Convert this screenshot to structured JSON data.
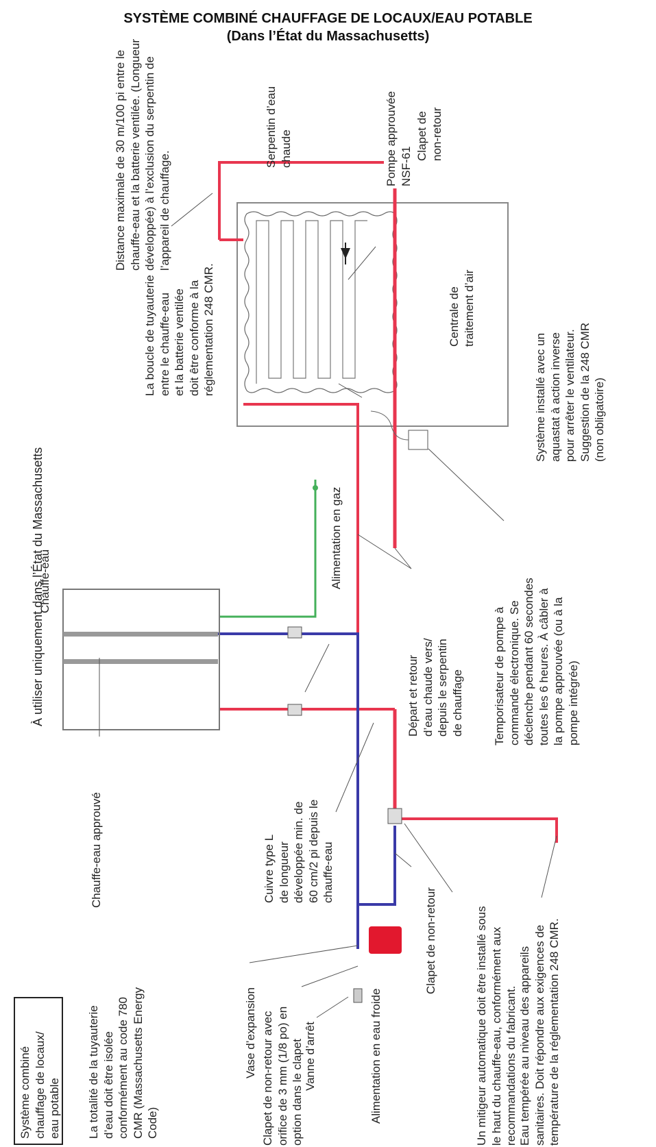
{
  "header": {
    "title": "SYSTÈME COMBINÉ CHAUFFAGE DE LOCAUX/EAU POTABLE",
    "subtitle": "(Dans l’État du Massachusetts)"
  },
  "labels": {
    "massachusetts_only": "À utiliser uniquement dans l’État du Massachusetts",
    "approved_heater": "Chauffe-eau approuvé",
    "water_heater": "Chauffe-eau",
    "max_distance": "Distance maximale de 30 m/100 pi entre le\nchauffe-eau et la batterie ventilée. (Longueur\ndéveloppée) à l’exclusion du serpentin de\nl’appareil de chauffage.",
    "hot_water_coil": "Serpentin d’eau\nchaude",
    "approved_pump": "Pompe approuvée\nNSF-61",
    "check_valve_top": "Clapet de\nnon-retour",
    "air_handler": "Centrale de\ntraitement d’air",
    "piping_loop": "La boucle de tuyauterie\nentre le chauffe-eau\net la batterie ventilée\ndoit être conforme à la\nréglementation 248 CMR.",
    "gas_supply": "Alimentation en gaz",
    "supply_return": "Départ et retour\nd’eau chaude vers/\ndepuis le serpentin\nde chauffage",
    "aquastat": "Système installé avec un\naquastat à action inverse\npour arrêter le ventilateur.\nSuggestion de la 248 CMR\n(non obligatoire)",
    "pump_timer": "Temporisateur de pompe à\ncommande électronique. Se\ndéclenche pendant 60 secondes\ntoutes les 6 heures. À câbler à\nla pompe approuvée (ou à la\npompe intégrée)",
    "copper_l": "Cuivre type L\nde longueur\ndéveloppée min. de\n60 cm/2 pi depuis le\nchauffe-eau",
    "check_valve_mid": "Clapet de non-retour",
    "mixing_valve": "Un mitigeur automatique doit être installé sous\nle haut du chauffe-eau, conformément aux\nrecommandations du fabricant.",
    "tempered_water": "Eau tempérée au niveau des appareils\nsanitaires. Doit répondre aux exigences de\ntempérature de la réglementation 248 CMR.",
    "expansion_tank": "Vase d’expansion",
    "check_orifice": "Clapet de non-retour avec\norifice de 3 mm (1/8 po) en\noption dans le clapet",
    "shutoff_valve": "Vanne d’arrêt",
    "cold_supply": "Alimentation en eau froide",
    "combined_box": "Système combiné\nchauffage de locaux/\neau potable",
    "insulation_note": "La totalité de la tuyauterie\nd’eau doit être isolée\nconformément au code 780\nCMR (Massachusetts Energy\nCode)"
  },
  "colors": {
    "hot": "#e8364f",
    "cold": "#3a3aa8",
    "gas": "#44b05a",
    "tank": "#e2182e",
    "line": "#444444"
  }
}
